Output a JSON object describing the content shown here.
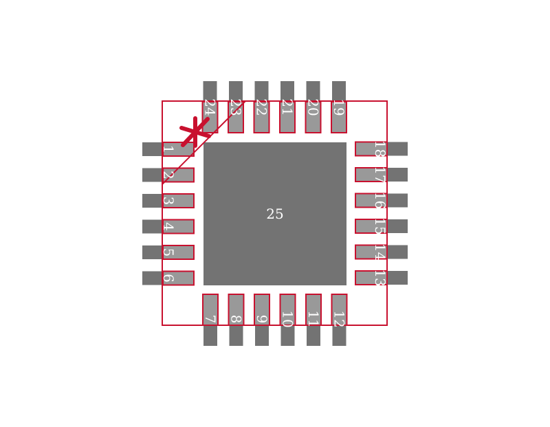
{
  "footprint": {
    "center_pad_label": "25",
    "pins": {
      "left": [
        "1",
        "2",
        "3",
        "4",
        "5",
        "6"
      ],
      "bottom": [
        "7",
        "8",
        "9",
        "10",
        "11",
        "12"
      ],
      "right": [
        "13",
        "14",
        "15",
        "16",
        "17",
        "18"
      ],
      "top": [
        "19",
        "20",
        "21",
        "22",
        "23",
        "24"
      ]
    },
    "pin1_marker": "*"
  },
  "colors": {
    "background": "#ffffff",
    "pad_dark": "#737373",
    "pad_light": "#999999",
    "outline": "#c8102e",
    "label": "#ffffff"
  }
}
